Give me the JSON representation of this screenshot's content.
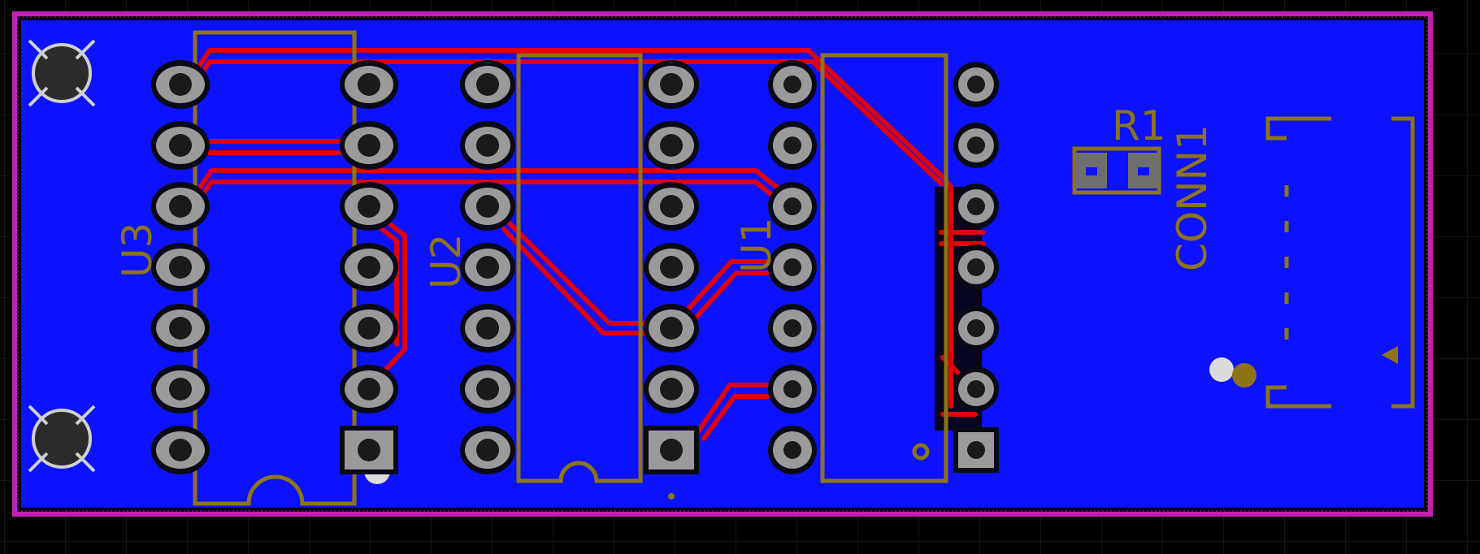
{
  "view": {
    "background": "#000000",
    "grid_color": "#262626",
    "board_outline_color": "#c21eb4",
    "copper_color": "#0c12ff",
    "trace_color": "#e00006",
    "silkscreen_color": "#8c7414",
    "pad_color": "#9a9a9a",
    "drill_color": "#1a1a1a"
  },
  "components": [
    {
      "designator": "U3"
    },
    {
      "designator": "U2"
    },
    {
      "designator": "U1"
    },
    {
      "designator": "R1"
    },
    {
      "designator": "CONN1"
    }
  ],
  "mounting_holes": [
    {
      "name": "top-left"
    },
    {
      "name": "bottom-left"
    }
  ]
}
